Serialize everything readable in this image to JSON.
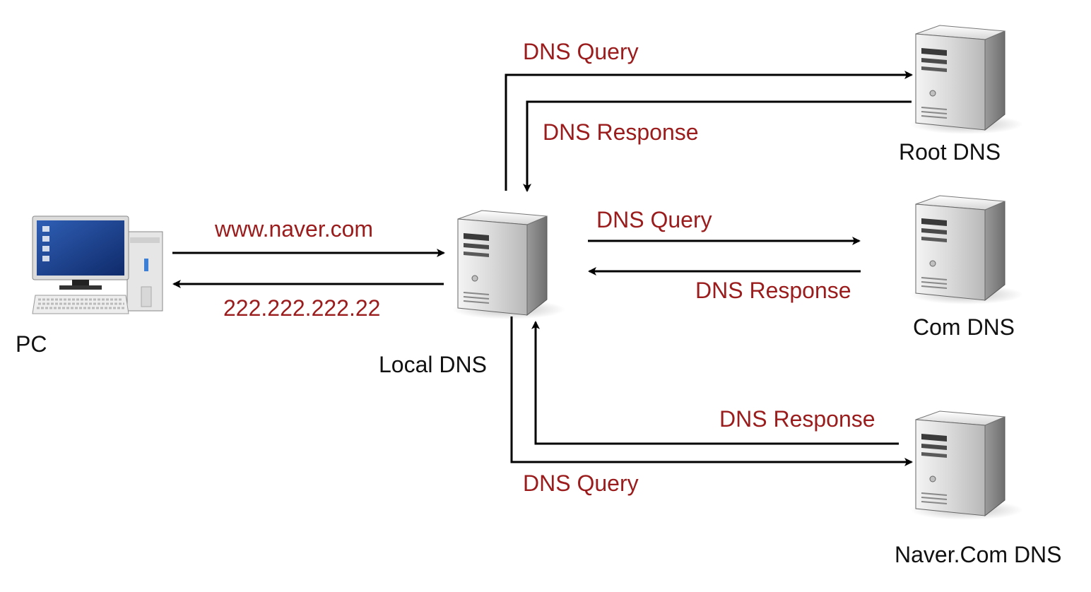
{
  "nodes": {
    "pc": "PC",
    "local": "Local DNS",
    "root": "Root DNS",
    "com": "Com DNS",
    "naver": "Naver.Com DNS"
  },
  "messages": {
    "pc_request": "www.naver.com",
    "pc_reply": "222.222.222.22",
    "root_query": "DNS Query",
    "root_response": "DNS Response",
    "com_query": "DNS Query",
    "com_response": "DNS Response",
    "naver_response": "DNS Response",
    "naver_query": "DNS Query"
  },
  "colors": {
    "message_text": "#9b1c1c",
    "node_text": "#111111",
    "arrow": "#000000"
  }
}
